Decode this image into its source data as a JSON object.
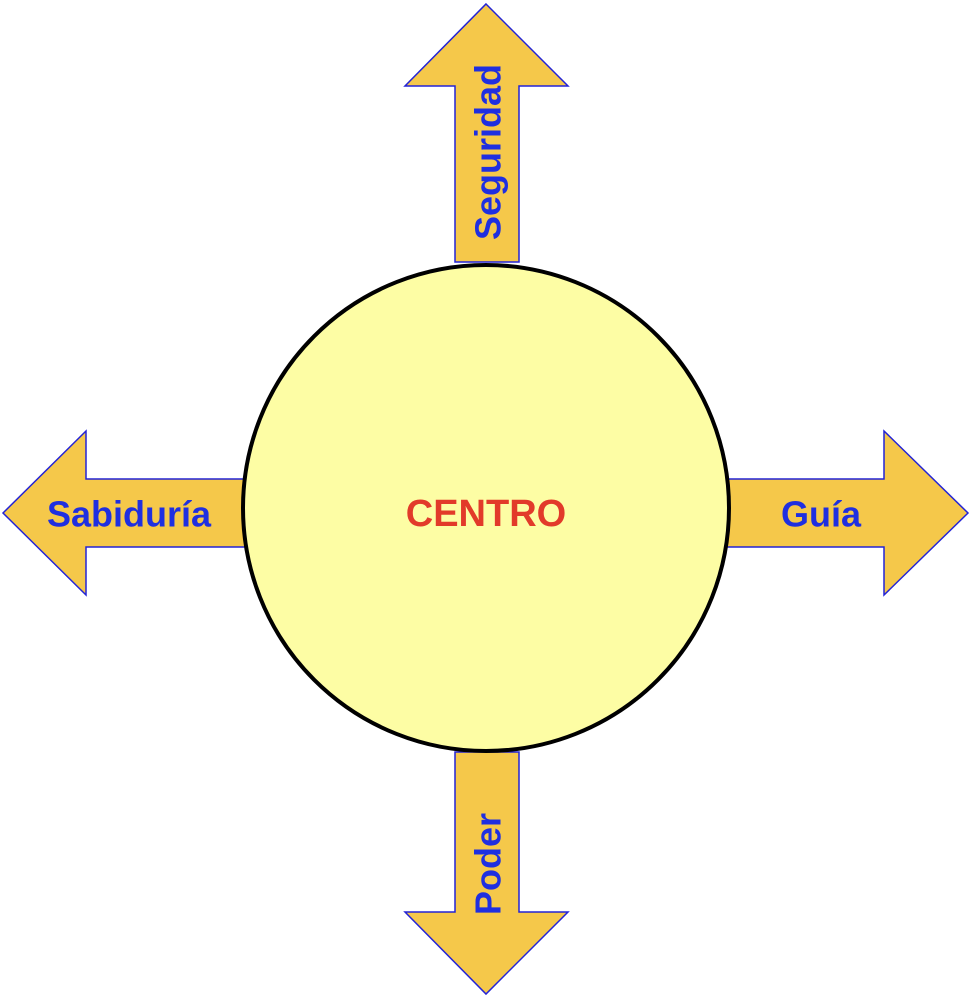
{
  "center": {
    "label": "CENTRO"
  },
  "arrows": {
    "up": {
      "label": "Seguridad"
    },
    "down": {
      "label": "Poder"
    },
    "left": {
      "label": "Sabiduría"
    },
    "right": {
      "label": "Guía"
    }
  },
  "colors": {
    "arrow_fill": "#F5C84A",
    "arrow_stroke": "#2323D6",
    "circle_fill": "#FDFDA4",
    "circle_stroke": "#000000",
    "arrow_text": "#1F2FE0",
    "center_text": "#E23A2A"
  }
}
